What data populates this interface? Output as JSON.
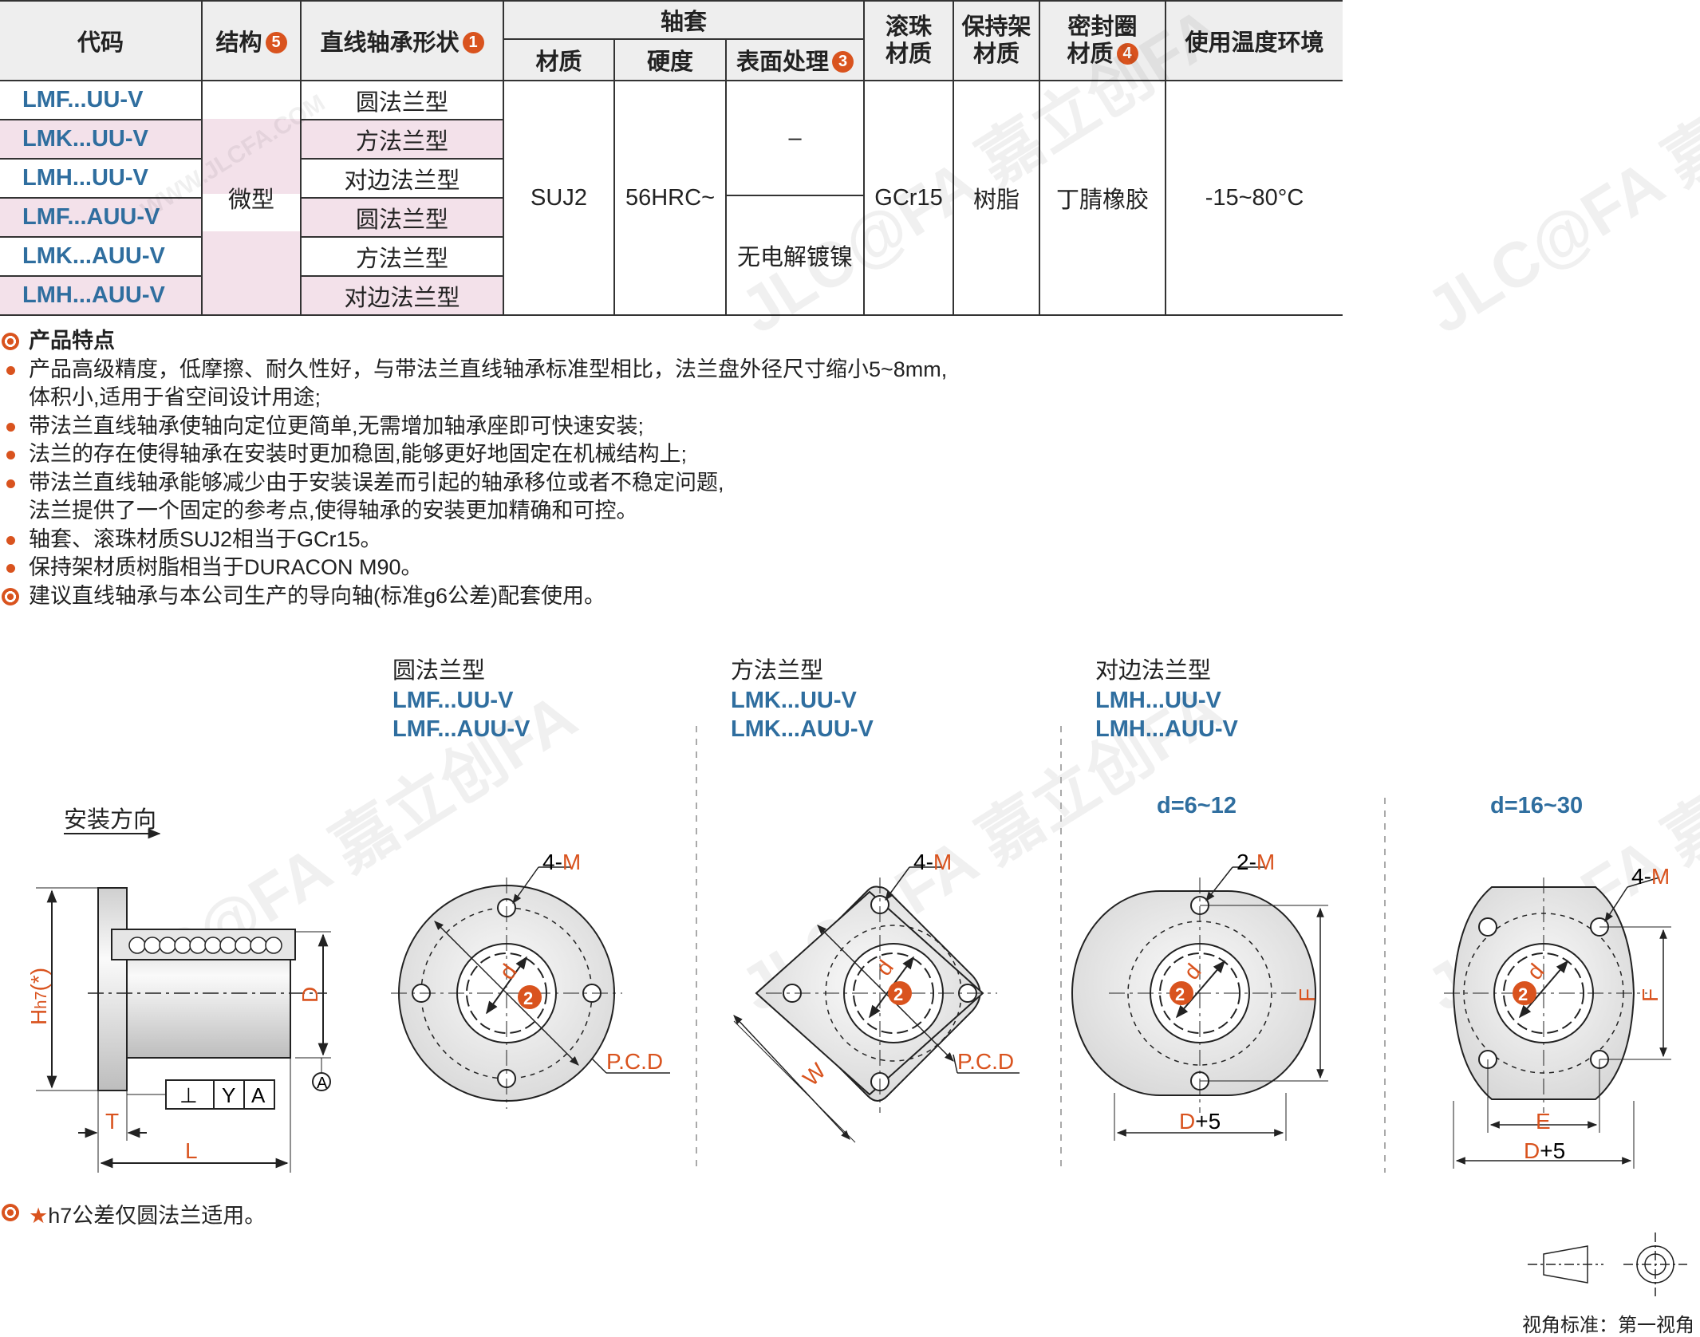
{
  "table": {
    "headers": {
      "code": "代码",
      "structure": "结构",
      "structure_num": "5",
      "shape": "直线轴承形状",
      "shape_num": "1",
      "sleeve": "轴套",
      "sleeve_material": "材质",
      "sleeve_hardness": "硬度",
      "sleeve_surface": "表面处理",
      "sleeve_surface_num": "3",
      "ball": "滚珠材质",
      "ball_l1": "滚珠",
      "ball_l2": "材质",
      "cage_l1": "保持架",
      "cage_l2": "材质",
      "seal_l1": "密封圈",
      "seal_l2": "材质",
      "seal_num": "4",
      "temp": "使用温度环境"
    },
    "rows": [
      {
        "code": "LMF...UU-V",
        "shape": "圆法兰型"
      },
      {
        "code": "LMK...UU-V",
        "shape": "方法兰型"
      },
      {
        "code": "LMH...UU-V",
        "shape": "对边法兰型"
      },
      {
        "code": "LMF...AUU-V",
        "shape": "圆法兰型"
      },
      {
        "code": "LMK...AUU-V",
        "shape": "方法兰型"
      },
      {
        "code": "LMH...AUU-V",
        "shape": "对边法兰型"
      }
    ],
    "structure": "微型",
    "sleeve_material": "SUJ2",
    "sleeve_hardness": "56HRC~",
    "surface_uu": "–",
    "surface_auu": "无电解镀镍",
    "ball_material": "GCr15",
    "cage_material": "树脂",
    "seal_material": "丁腈橡胶",
    "temperature": "-15~80°C"
  },
  "features": {
    "title": "产品特点",
    "items": [
      "产品高级精度，低摩擦、耐久性好，与带法兰直线轴承标准型相比，法兰盘外径尺寸缩小5~8mm,",
      "体积小,适用于省空间设计用途;",
      "带法兰直线轴承使轴向定位更简单,无需增加轴承座即可快速安装;",
      "法兰的存在使得轴承在安装时更加稳固,能够更好地固定在机械结构上;",
      "带法兰直线轴承能够减少由于安装误差而引起的轴承移位或者不稳定问题,",
      "法兰提供了一个固定的参考点,使得轴承的安装更加精确和可控。",
      "轴套、滚珠材质SUJ2相当于GCr15。",
      "保持架材质树脂相当于DURACON M90。"
    ],
    "recommend": "建议直线轴承与本公司生产的导向轴(标准g6公差)配套使用。"
  },
  "drawing": {
    "round_title": "圆法兰型",
    "round_code1": "LMF...UU-V",
    "round_code2": "LMF...AUU-V",
    "square_title": "方法兰型",
    "square_code1": "LMK...UU-V",
    "square_code2": "LMK...AUU-V",
    "cut_title": "对边法兰型",
    "cut_code1": "LMH...UU-V",
    "cut_code2": "LMH...AUU-V",
    "range_small": "d=6~12",
    "range_large": "d=16~30",
    "install_dir": "安装方向",
    "dim_H": "H",
    "dim_h7": "h7",
    "dim_star": "*",
    "dim_D": "D",
    "dim_T": "T",
    "dim_L": "L",
    "dim_W": "W",
    "dim_F": "F",
    "dim_E": "E",
    "dim_d": "d",
    "dim_D5": "D",
    "dim_plus5": "+5",
    "holes4": "4-",
    "holes2": "2-",
    "dim_M": "M",
    "pcd": "P.C.D",
    "datum": "A",
    "perp_sym": "⊥",
    "perp_Y": "Y",
    "perp_A": "A",
    "num2": "2"
  },
  "watermark": {
    "brand_cn": "嘉立创FA",
    "brand_logo": "JLC@FA",
    "url": "WWW.JLCFA.COM"
  },
  "footnote": {
    "star": "★",
    "text": "h7公差仅圆法兰适用。"
  },
  "projection": {
    "label": "视角标准：第一视角"
  },
  "colors": {
    "code_blue": "#2f6e9f",
    "accent_orange": "#d9531e",
    "pink_row": "#f3e1ea",
    "header_gray": "#eeeeee"
  }
}
